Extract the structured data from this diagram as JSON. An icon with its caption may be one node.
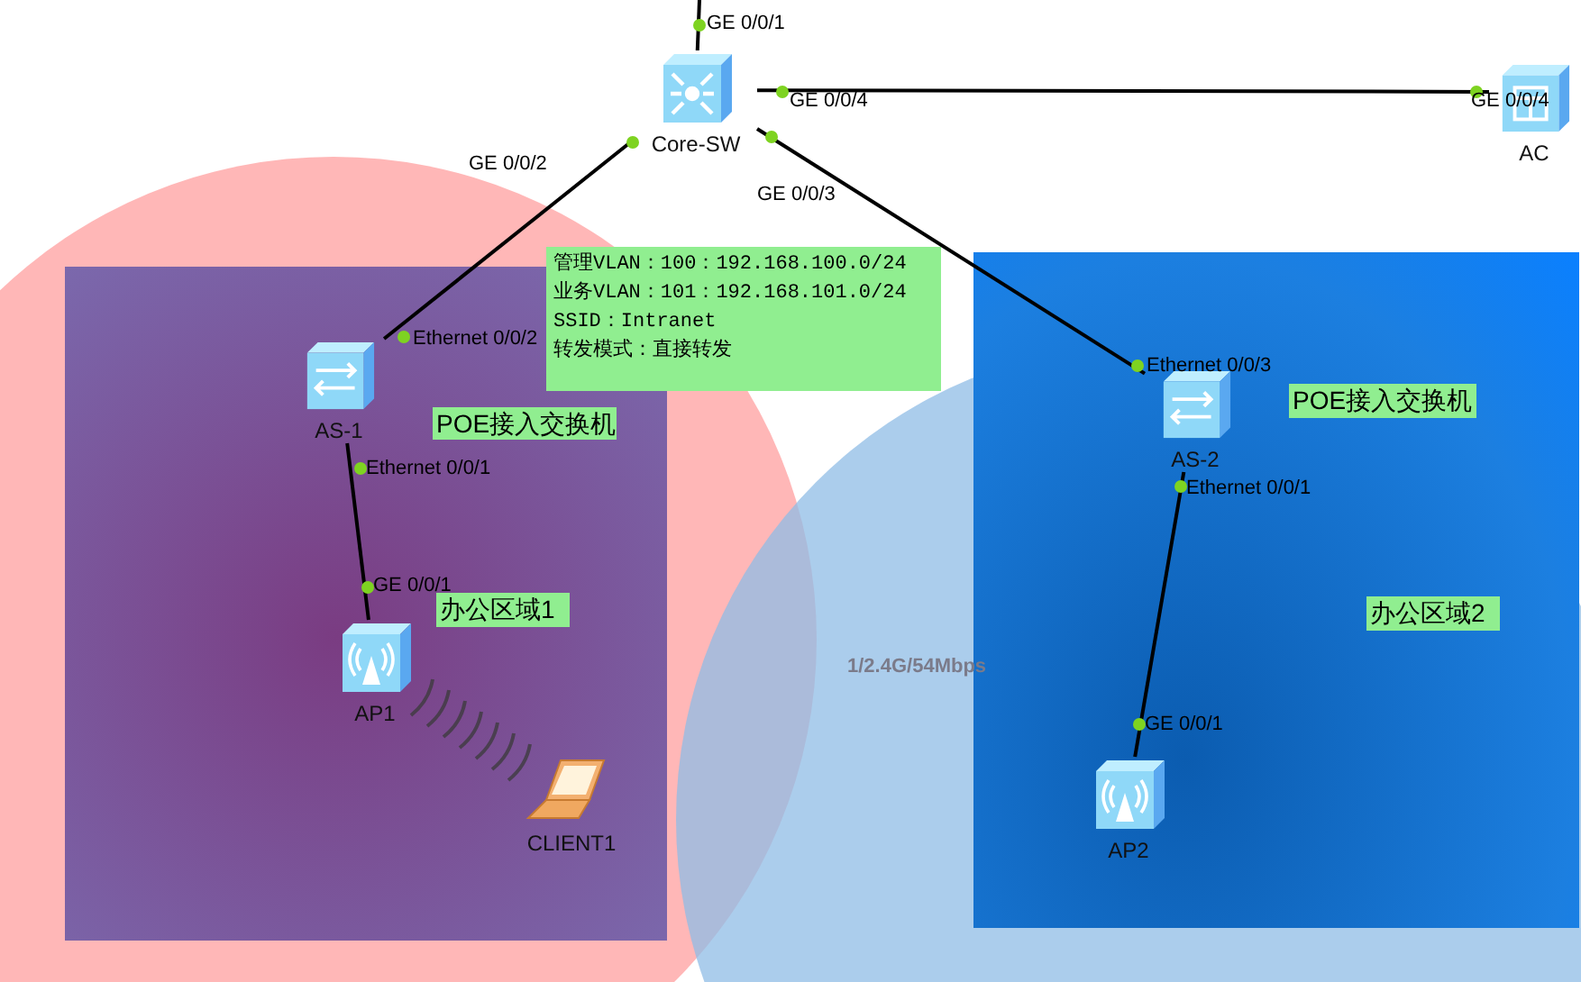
{
  "diagram": {
    "nodes": [
      {
        "text": [
          "Core-SW"
        ]
      },
      {
        "text": [
          "AC"
        ]
      },
      {
        "text": [
          "管理VLAN：100：192.168.100.0/24",
          "业务VLAN：101：192.168.101.0/24",
          "SSID：Intranet",
          "转发模式：直接转发"
        ]
      },
      {
        "text": [],
        "shape": "box"
      },
      {
        "text": [
          "AS-1"
        ],
        "in": 3
      },
      {
        "text": [
          "POE接入交换机"
        ],
        "in": 3
      },
      {
        "text": [
          "办公区域1"
        ],
        "in": 3
      },
      {
        "text": [
          "AP1"
        ],
        "in": 3
      },
      {
        "text": [
          "CLIENT1"
        ],
        "in": 3
      },
      {
        "text": [],
        "shape": "box"
      },
      {
        "text": [
          "AS-2"
        ],
        "in": 9
      },
      {
        "text": [
          "POE接入交换机"
        ],
        "in": 9
      },
      {
        "text": [
          "办公区域2"
        ],
        "in": 9
      },
      {
        "text": [
          "AP2"
        ],
        "in": 9
      }
    ],
    "edges": [
      {
        "from": null,
        "to": 0,
        "arrow": "none"
      },
      {
        "from": 0,
        "to": 1,
        "arrow": "none"
      },
      {
        "from": 0,
        "to": 4,
        "arrow": "none"
      },
      {
        "from": 0,
        "to": 10,
        "arrow": "none"
      },
      {
        "from": 4,
        "to": 7,
        "arrow": "none"
      },
      {
        "from": 10,
        "to": 13,
        "arrow": "none"
      }
    ],
    "labels": [
      "GE 0/0/1",
      "GE 0/0/4",
      "GE 0/0/4",
      "GE 0/0/2",
      "GE 0/0/3",
      "Ethernet 0/0/2",
      "Ethernet 0/0/1",
      "GE 0/0/1",
      "Ethernet 0/0/3",
      "Ethernet 0/0/1",
      "GE 0/0/1",
      "1/2.4G/54Mbps"
    ]
  }
}
